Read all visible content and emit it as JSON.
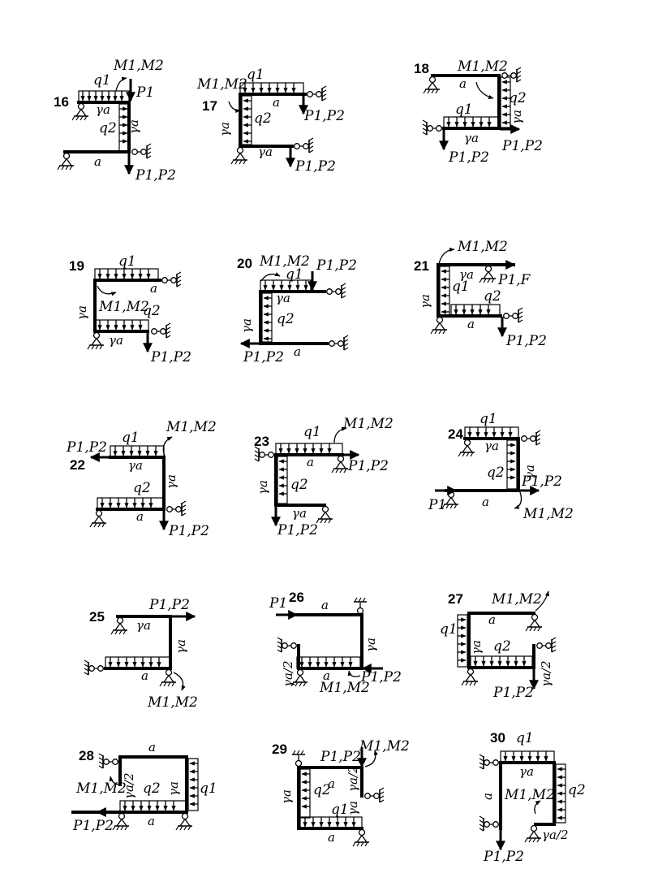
{
  "diagrams": [
    {
      "number": "16",
      "labels": {
        "q1": "q1",
        "q2": "q2",
        "moment": "M1,M2",
        "load_top": "P1",
        "load_bottom": "P1,P2",
        "span_a": "a",
        "span_ga": "γa",
        "height_ga": "γa"
      }
    },
    {
      "number": "17",
      "labels": {
        "q1": "q1",
        "q2": "q2",
        "moment": "M1,M2",
        "load_a": "P1,P2",
        "load_b": "P1,P2",
        "span_a": "a",
        "span_ga": "γa",
        "height_ga": "γa"
      }
    },
    {
      "number": "18",
      "labels": {
        "q1": "q1",
        "q2": "q2",
        "moment": "M1,M2",
        "load_a": "P1,P2",
        "load_b": "P1,P2",
        "span_a": "a",
        "span_ga": "γa",
        "height_ga": "γa"
      }
    },
    {
      "number": "19",
      "labels": {
        "q1": "q1",
        "q2": "q2",
        "moment": "M1,M2",
        "load": "P1,P2",
        "span_a": "a",
        "span_ga": "γa",
        "height_ga": "γa"
      }
    },
    {
      "number": "20",
      "labels": {
        "q1": "q1",
        "q2": "q2",
        "moment": "M1,M2",
        "load_a": "P1,P2",
        "load_b": "P1,P2",
        "span_a": "a",
        "span_ga": "γa",
        "height_ga": "γa"
      }
    },
    {
      "number": "21",
      "labels": {
        "q1": "q1",
        "q2": "q2",
        "moment": "M1,M2",
        "load_a": "P1,F",
        "load_b": "P1,P2",
        "span_a": "a",
        "span_ga": "γa",
        "height_ga": "γa"
      }
    },
    {
      "number": "22",
      "labels": {
        "q1": "q1",
        "q2": "q2",
        "moment": "M1,M2",
        "load_a": "P1,P2",
        "load_b": "P1,P2",
        "span_a": "a",
        "span_ga": "γa",
        "height_ga": "γa"
      }
    },
    {
      "number": "23",
      "labels": {
        "q1": "q1",
        "q2": "q2",
        "moment": "M1,M2",
        "load_a": "P1,P2",
        "load_b": "P1,P2",
        "span_a": "a",
        "span_ga": "γa",
        "height_ga": "γa"
      }
    },
    {
      "number": "24",
      "labels": {
        "q1": "q1",
        "q2": "q2",
        "moment": "M1,M2",
        "load_a": "P1",
        "load_b": "P1,P2",
        "span_a": "a",
        "span_ga": "γa",
        "height_ga": "γa"
      }
    },
    {
      "number": "25",
      "labels": {
        "moment": "M1,M2",
        "load": "P1,P2",
        "span_a": "a",
        "span_ga": "γa",
        "height_ga": "γa"
      }
    },
    {
      "number": "26",
      "labels": {
        "moment": "M1,M2",
        "load_a": "P1",
        "load_b": "P1,P2",
        "span_a": "a",
        "span_a2": "a",
        "height_ga": "γa",
        "height_ga2": "γa/2"
      }
    },
    {
      "number": "27",
      "labels": {
        "q1": "q1",
        "q2": "q2",
        "moment": "M1,M2",
        "load": "P1,P2",
        "span_a": "a",
        "height_ga": "γa",
        "height_ga2": "γa/2"
      }
    },
    {
      "number": "28",
      "labels": {
        "q1": "q1",
        "q2": "q2",
        "moment": "M1,M2",
        "load": "P1,P2",
        "span_a": "a",
        "span_a2": "a",
        "height_ga": "γa",
        "height_ga2": "γa/2"
      }
    },
    {
      "number": "29",
      "labels": {
        "q1": "q1",
        "q2": "q2",
        "moment": "M1,M2",
        "load": "P1,P2",
        "span_a": "a",
        "span_a2": "a",
        "height_ga": "γa",
        "height_ga2": "γa/2"
      }
    },
    {
      "number": "30",
      "labels": {
        "q1": "q1",
        "q2": "q2",
        "moment": "M1,M2",
        "load": "P1,P2",
        "span_ga": "γa",
        "height_a": "a",
        "height_ga2": "γa/2"
      }
    }
  ]
}
